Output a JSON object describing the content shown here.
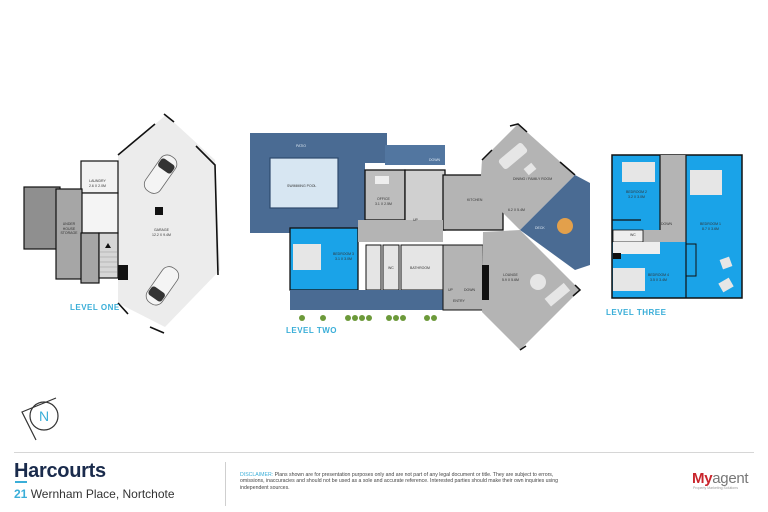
{
  "levels": {
    "one": {
      "label": "LEVEL ONE",
      "rooms": {
        "laundry": {
          "name": "LAUNDRY",
          "size": "2.6 x 2.0m"
        },
        "storage": {
          "name": "UNDER HOUSE STORAGE"
        },
        "garage": {
          "name": "GARAGE",
          "size": "12.2 x 9.4m"
        }
      }
    },
    "two": {
      "label": "LEVEL TWO",
      "rooms": {
        "patio": {
          "name": "PATIO"
        },
        "pool": {
          "name": "SWIMMING POOL"
        },
        "office": {
          "name": "OFFICE",
          "size": "3.1 x 2.5m"
        },
        "kitchen": {
          "name": "KITCHEN"
        },
        "dining": {
          "name": "DINING / FAMILY ROOM",
          "size": "6.2 x 5.4m"
        },
        "deck": {
          "name": "DECK"
        },
        "bedroom3": {
          "name": "BEDROOM 3",
          "size": "3.1 x 3.0m"
        },
        "wc": {
          "name": "WC"
        },
        "bathroom": {
          "name": "BATHROOM"
        },
        "lounge": {
          "name": "LOUNGE",
          "size": "5.9 x 5.6m"
        },
        "entry": {
          "name": "ENTRY"
        },
        "stairs_up": "UP",
        "stairs_down": "DOWN",
        "stairs_down_top": "DOWN",
        "office_up": "UP"
      }
    },
    "three": {
      "label": "LEVEL THREE",
      "rooms": {
        "bedroom2": {
          "name": "BEDROOM 2",
          "size": "3.2 x 3.0m"
        },
        "bedroom1": {
          "name": "BEDROOM 1",
          "size": "8.7 x 3.6m"
        },
        "bedroom4": {
          "name": "BEDROOM 4",
          "size": "3.5 x 3.4m"
        },
        "wc": {
          "name": "WC"
        },
        "stairs_down": "DOWN"
      }
    }
  },
  "compass": {
    "letter": "N"
  },
  "footer": {
    "brand": "Harcourts",
    "address_number": "21",
    "address_street": " Wernham Place, Nortchote",
    "disclaimer_heading": "DISCLAIMER:",
    "disclaimer_body": " Plans shown are for presentation purposes only and are not part of any legal document or title. They are subject to errors, omissions, inaccuracies and should not be used as a sole and accurate reference. Interested parties should make their own inquiries using independent sources.",
    "partner_my": "My",
    "partner_agent": "agent",
    "partner_tagline": "Property Marketing Solutions"
  },
  "colors": {
    "accent_blue": "#3aaed8",
    "bedroom_blue": "#1aa3e8",
    "outdoor_slate": "#4a6b93",
    "interior_grey": "#b4b4b4",
    "garage_light": "#ececec",
    "brand_navy": "#1a2b4c",
    "myagent_red": "#c9252c"
  }
}
